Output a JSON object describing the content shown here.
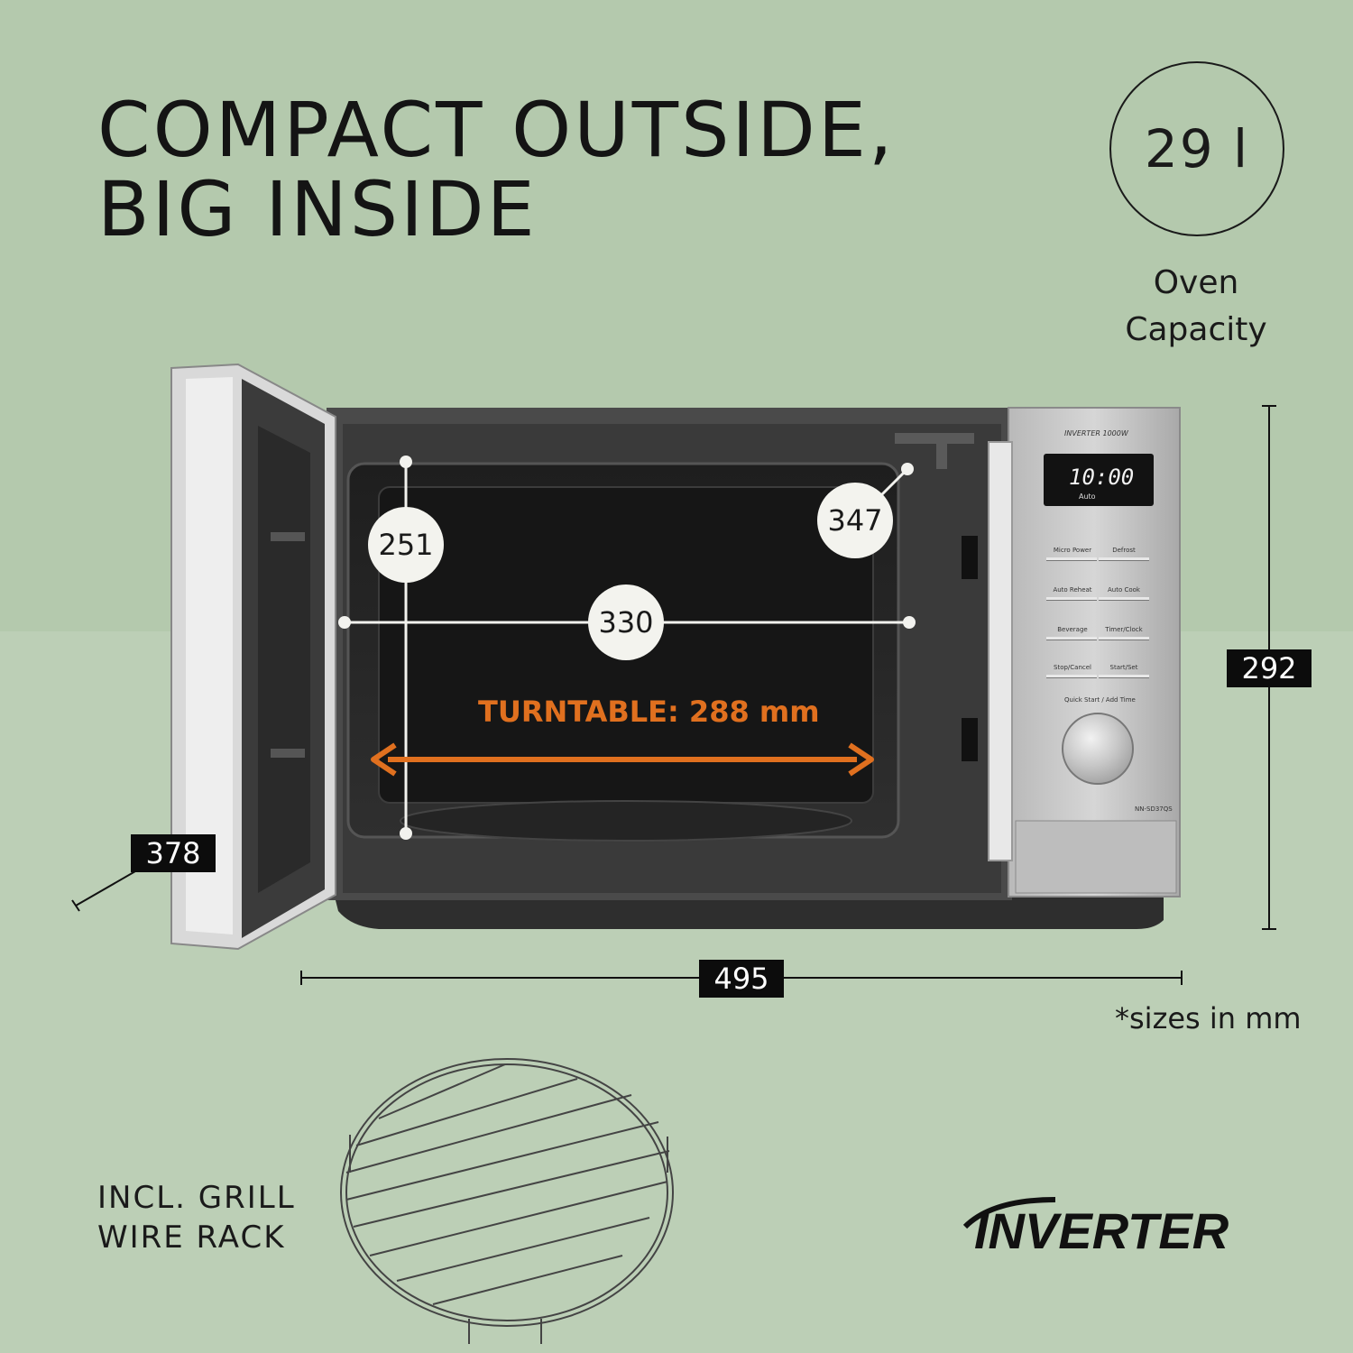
{
  "headline": {
    "line1": "COMPACT OUTSIDE,",
    "line2": "BIG INSIDE"
  },
  "capacity": {
    "value": "29 l",
    "label_line1": "Oven",
    "label_line2": "Capacity"
  },
  "dimensions": {
    "height": "292",
    "width": "495",
    "depth": "378",
    "interior_height": "251",
    "interior_depth": "347",
    "interior_width": "330"
  },
  "turntable": "TURNTABLE: 288 mm",
  "sizes_note": "*sizes in mm",
  "rack": {
    "line1": "INCL. GRILL",
    "line2": "WIRE RACK"
  },
  "logo_text": "INVERTER",
  "control_panel": {
    "brand": "INVERTER 1000W",
    "display_time": "10:00",
    "display_mode": "Auto",
    "buttons": [
      "Micro Power",
      "Defrost",
      "Auto Reheat",
      "Auto Cook",
      "Beverage",
      "Timer/Clock",
      "Stop/Cancel",
      "Start/Set"
    ],
    "quick_start": "Quick Start / Add Time",
    "model": "NN-SD37QS"
  },
  "colors": {
    "background": "#b4c9ad",
    "accent_orange": "#e0701f",
    "label_box": "#0c0c0c"
  },
  "icons": [
    "door-icon",
    "knob-icon",
    "wire-rack-icon",
    "inverter-logo-icon"
  ]
}
